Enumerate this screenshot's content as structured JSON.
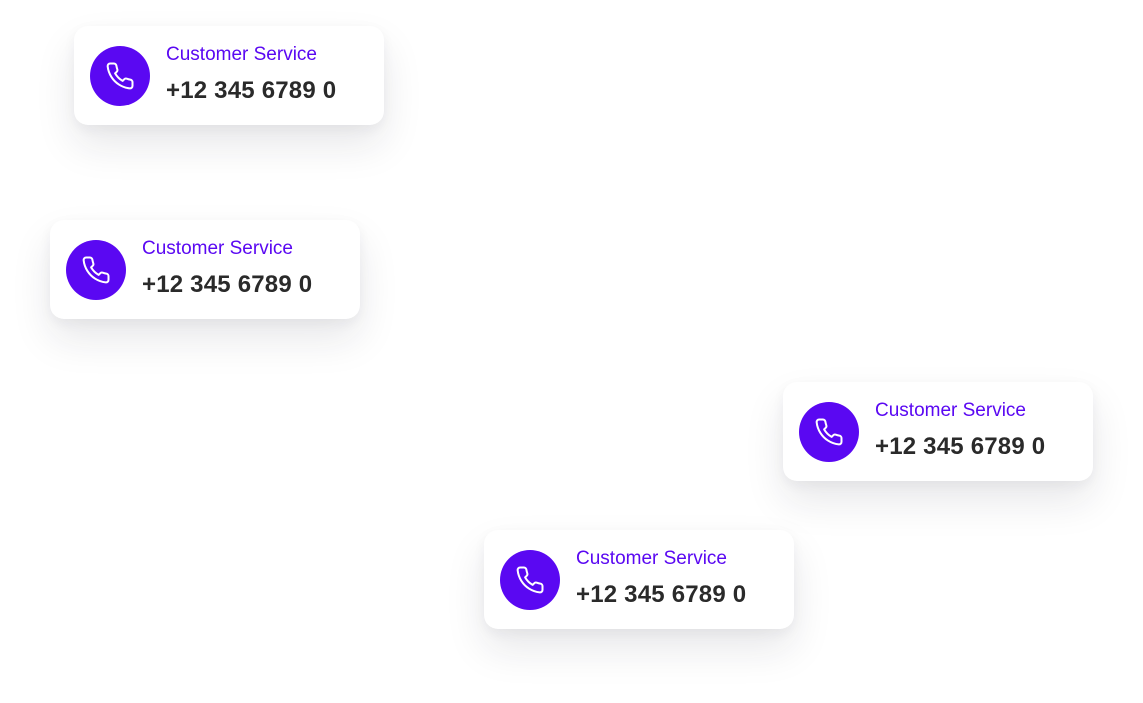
{
  "cards": [
    {
      "label": "Customer Service",
      "phone": "+12 345 6789 0",
      "icon": "phone-icon"
    },
    {
      "label": "Customer Service",
      "phone": "+12 345 6789 0",
      "icon": "phone-icon"
    },
    {
      "label": "Customer Service",
      "phone": "+12 345 6789 0",
      "icon": "phone-icon"
    },
    {
      "label": "Customer Service",
      "phone": "+12 345 6789 0",
      "icon": "phone-icon"
    }
  ],
  "colors": {
    "accent": "#5a08f2",
    "text": "#2a2a2a",
    "background": "#ffffff"
  }
}
